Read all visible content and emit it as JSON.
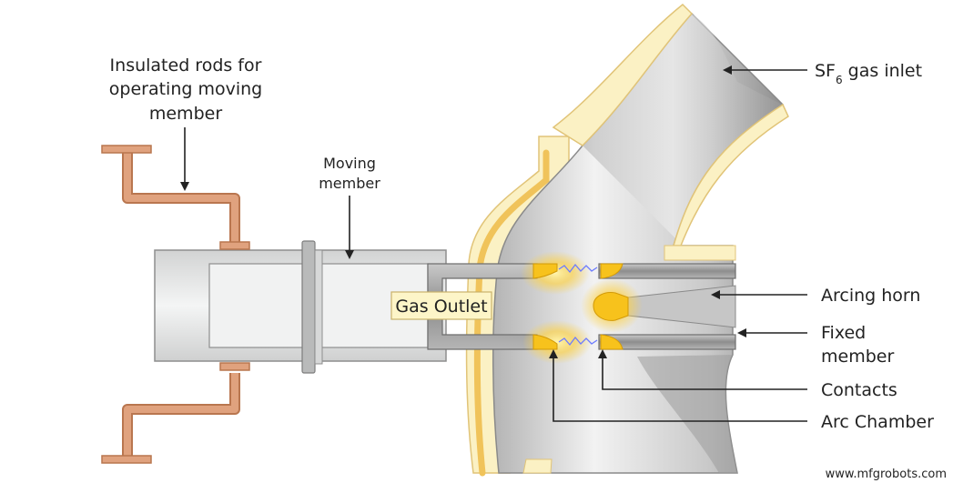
{
  "labels": {
    "insulated_rods": [
      "Insulated rods for",
      "operating moving",
      "member"
    ],
    "moving_member": [
      "Moving",
      "member"
    ],
    "sf6_main": "SF",
    "sf6_sub": "6",
    "sf6_rest": " gas inlet",
    "gas_outlet": "Gas Outlet",
    "arcing_horn": "Arcing horn",
    "fixed_member": [
      "Fixed",
      "member"
    ],
    "contacts": "Contacts",
    "arc_chamber": "Arc Chamber"
  },
  "watermark": "www.mfgrobots.com",
  "colors": {
    "copper": "#e0a27e",
    "copper_edge": "#b9764f",
    "cream": "#fbf1c4",
    "gold": "#f0c35a",
    "chamber_light": "#ececec",
    "chamber_dark": "#9c9c9c",
    "cylinder": "#e9eaea",
    "rod_grey": "#a4a4a4",
    "contact_yellow": "#f7c21c",
    "label_box": "#fdf5c8"
  }
}
